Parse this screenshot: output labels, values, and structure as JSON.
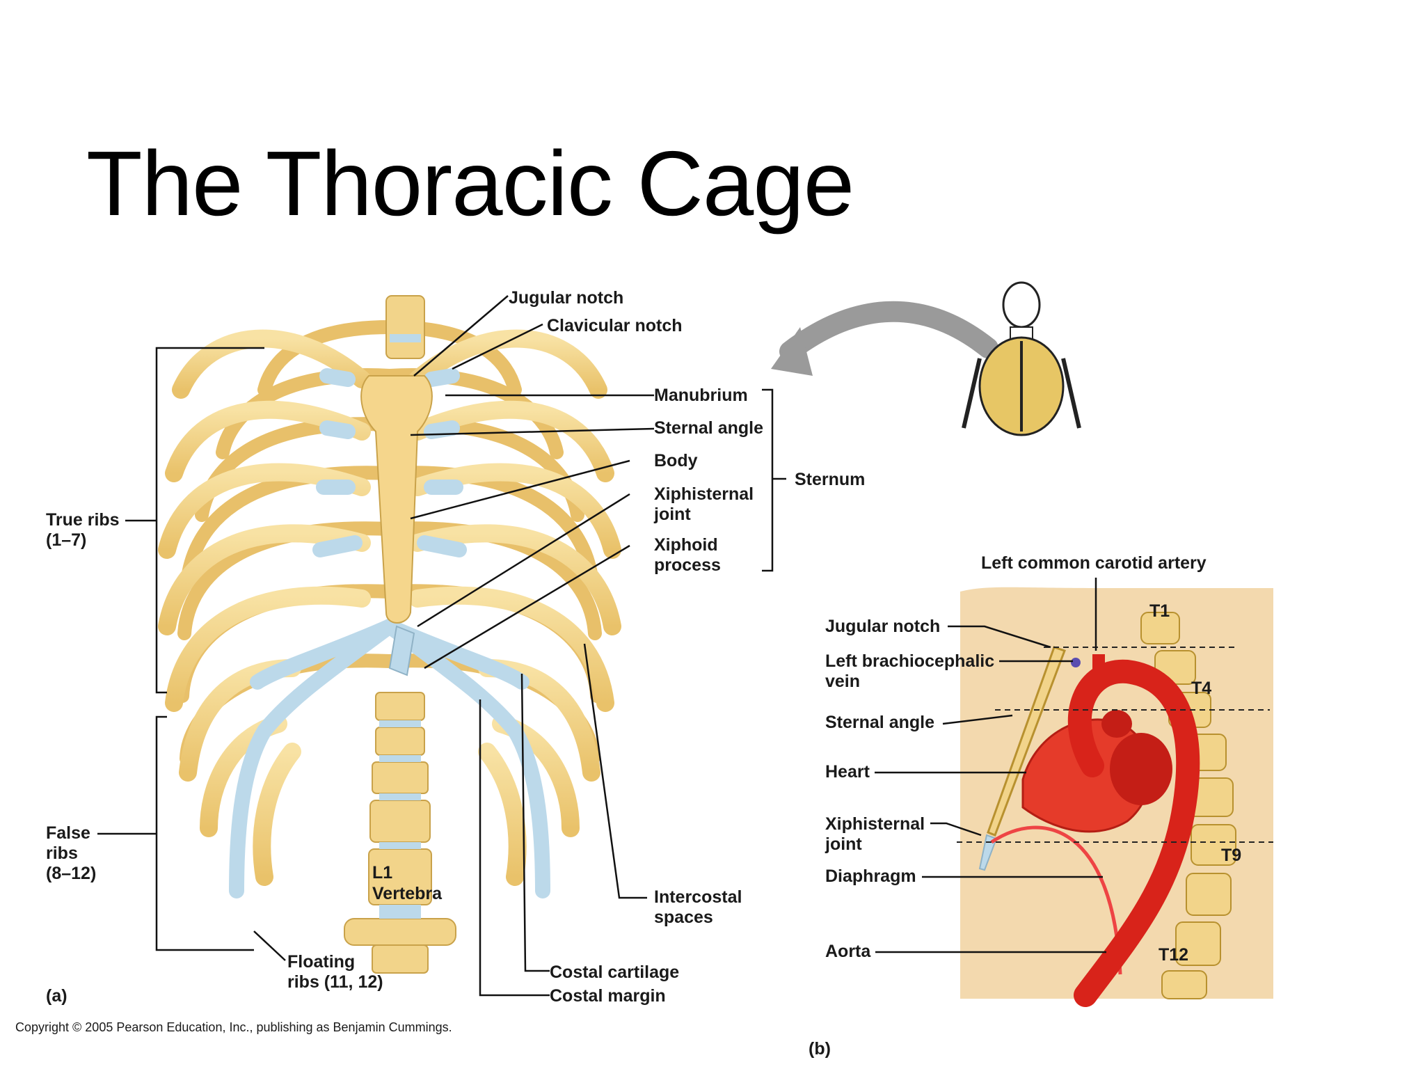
{
  "title": "The Thoracic Cage",
  "panel_a": {
    "letter": "(a)",
    "labels": {
      "jugular_notch": "Jugular notch",
      "clavicular_notch": "Clavicular notch",
      "manubrium": "Manubrium",
      "sternal_angle": "Sternal angle",
      "body": "Body",
      "xiphisternal_joint": "Xiphisternal\njoint",
      "xiphoid_process": "Xiphoid\nprocess",
      "sternum": "Sternum",
      "true_ribs": "True ribs\n(1–7)",
      "false_ribs": "False\nribs\n(8–12)",
      "floating_ribs": "Floating\nribs (11, 12)",
      "l1": "L1",
      "vertebra": "Vertebra",
      "intercostal_spaces": "Intercostal\nspaces",
      "costal_cartilage": "Costal cartilage",
      "costal_margin": "Costal margin"
    }
  },
  "panel_b": {
    "letter": "(b)",
    "labels": {
      "left_common_carotid": "Left common carotid artery",
      "jugular_notch": "Jugular notch",
      "left_brachiocephalic": "Left brachiocephalic\nvein",
      "sternal_angle": "Sternal angle",
      "heart": "Heart",
      "xiphisternal_joint": "Xiphisternal\njoint",
      "diaphragm": "Diaphragm",
      "aorta": "Aorta",
      "t1": "T1",
      "t4": "T4",
      "t9": "T9",
      "t12": "T12"
    }
  },
  "copyright": "Copyright © 2005 Pearson Education, Inc., publishing as Benjamin Cummings.",
  "colors": {
    "bone": "#f2d48a",
    "bone_edge": "#c9a24a",
    "cartilage": "#bcd9ea",
    "vessel": "#d8231a",
    "tissue": "#f3d9ae",
    "arrow": "#9a9a9a"
  }
}
